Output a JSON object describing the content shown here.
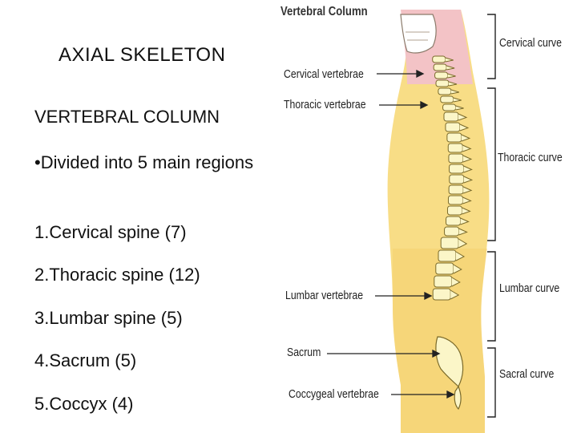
{
  "slide": {
    "title": "AXIAL SKELETON",
    "heading": "VERTEBRAL COLUMN",
    "bullet": "•Divided into 5 main regions",
    "items": [
      "1.Cervical spine (7)",
      "2.Thoracic spine (12)",
      "3.Lumbar spine (5)",
      "4.Sacrum (5)",
      "5.Coccyx (4)"
    ]
  },
  "figure": {
    "title": "Vertebral Column",
    "left_labels": {
      "cervical": "Cervical vertebrae",
      "thoracic": "Thoracic vertebrae",
      "lumbar": "Lumbar vertebrae",
      "sacrum": "Sacrum",
      "coccygeal": "Coccygeal vertebrae"
    },
    "right_labels": {
      "cervical_curve": "Cervical curve",
      "thoracic_curve": "Thoracic curve",
      "lumbar_curve": "Lumbar curve",
      "sacral_curve": "Sacral curve"
    },
    "colors": {
      "neck_pink": "#f3c3c6",
      "body_yellow": "#f8dd86",
      "bone": "#fbf6c8",
      "bone_outline": "#7a6a2a"
    }
  }
}
